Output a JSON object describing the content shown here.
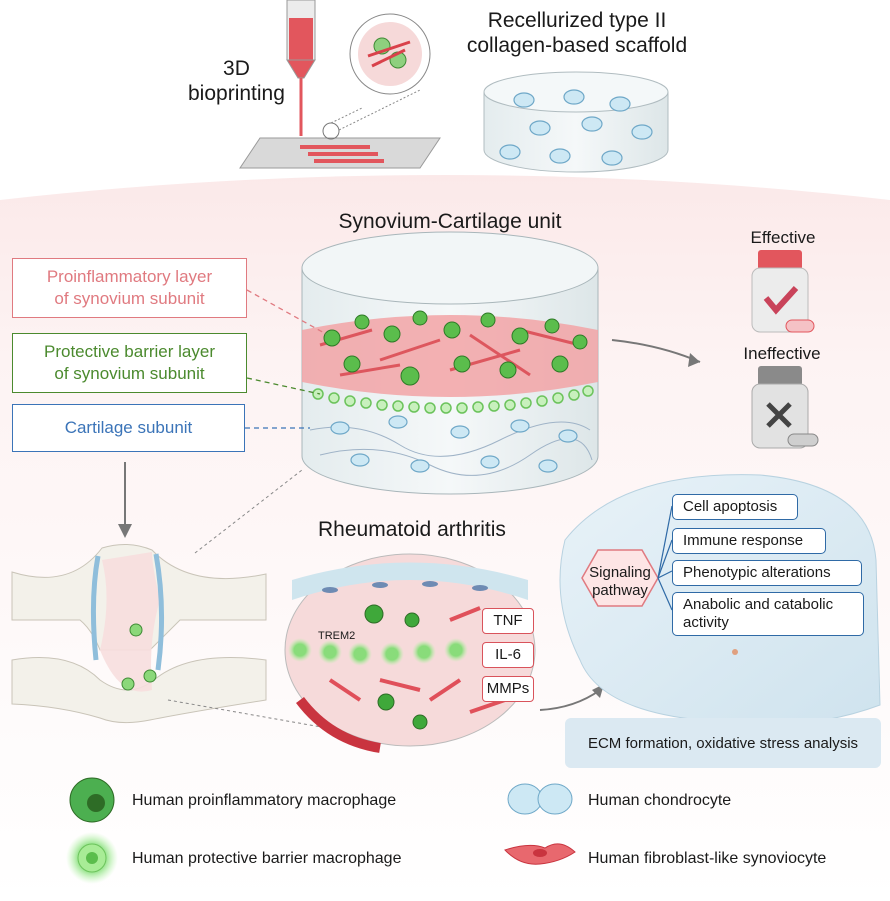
{
  "top": {
    "bioprinting_label": "3D\nbioprinting",
    "scaffold_label": "Recellurized type II\ncollagen-based scaffold"
  },
  "unit": {
    "title": "Synovium-Cartilage unit",
    "layers": [
      {
        "text": "Proinflammatory layer\nof synovium subunit",
        "color": "#e07a80"
      },
      {
        "text": "Protective barrier layer\nof synovium subunit",
        "color": "#4b8a2e"
      },
      {
        "text": "Cartilage subunit",
        "color": "#3b74b8"
      }
    ]
  },
  "drugs": {
    "effective": "Effective",
    "ineffective": "Ineffective"
  },
  "ra": {
    "title": "Rheumatoid arthritis",
    "receptor": "TREM2",
    "cytokines": [
      "TNF",
      "IL-6",
      "MMPs"
    ]
  },
  "analysis": {
    "pathway": "Signaling\npathway",
    "items": [
      "Cell apoptosis",
      "Immune response",
      "Phenotypic alterations",
      "Anabolic and catabolic\nactivity"
    ],
    "footer": "ECM formation, oxidative stress analysis"
  },
  "legend": [
    {
      "icon": "proinflammatory-macrophage-icon",
      "label": "Human proinflammatory macrophage"
    },
    {
      "icon": "chondrocyte-icon",
      "label": "Human chondrocyte"
    },
    {
      "icon": "protective-macrophage-icon",
      "label": "Human protective barrier macrophage"
    },
    {
      "icon": "synoviocyte-icon",
      "label": "Human fibroblast-like synoviocyte"
    }
  ],
  "colors": {
    "green": "#4caf50",
    "red": "#e05a60",
    "blue": "#3b74b8",
    "chondrocyte": "#cde8f4"
  }
}
